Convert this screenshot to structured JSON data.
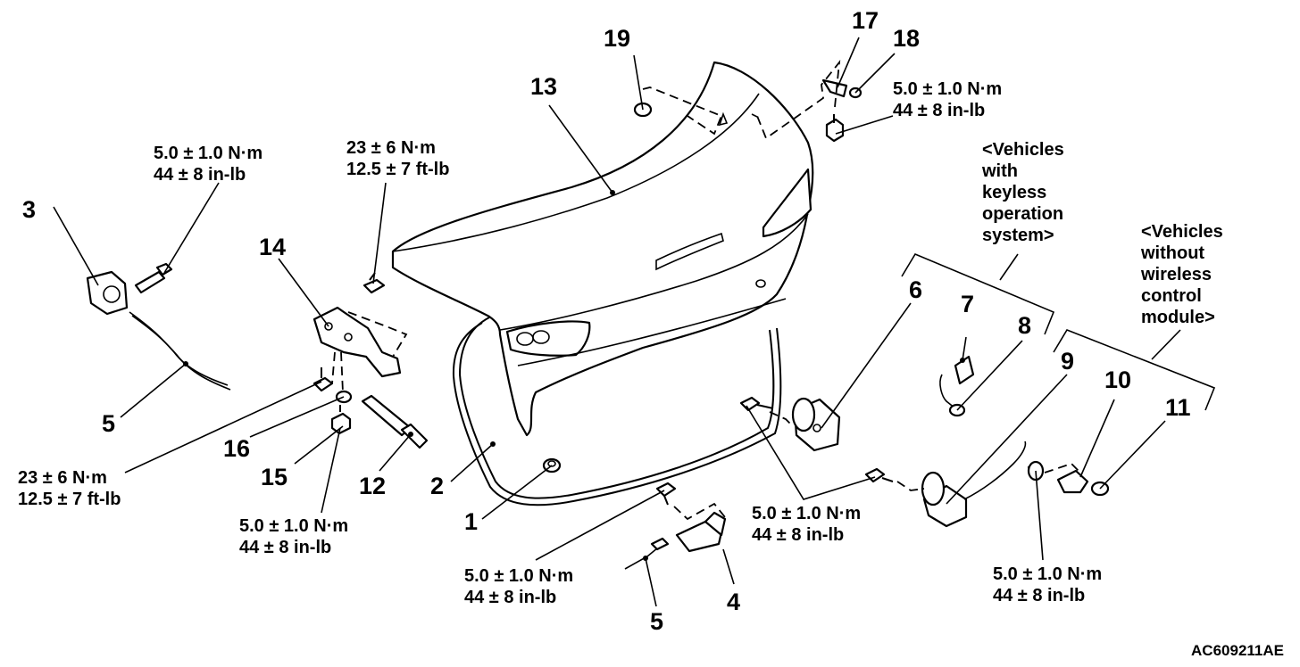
{
  "diagram": {
    "code": "AC609211AE",
    "callouts": [
      {
        "id": "c1",
        "label": "1"
      },
      {
        "id": "c2",
        "label": "2"
      },
      {
        "id": "c3",
        "label": "3"
      },
      {
        "id": "c4",
        "label": "4"
      },
      {
        "id": "c5a",
        "label": "5"
      },
      {
        "id": "c5b",
        "label": "5"
      },
      {
        "id": "c6",
        "label": "6"
      },
      {
        "id": "c7",
        "label": "7"
      },
      {
        "id": "c8",
        "label": "8"
      },
      {
        "id": "c9",
        "label": "9"
      },
      {
        "id": "c10",
        "label": "10"
      },
      {
        "id": "c11",
        "label": "11"
      },
      {
        "id": "c12",
        "label": "12"
      },
      {
        "id": "c13",
        "label": "13"
      },
      {
        "id": "c14",
        "label": "14"
      },
      {
        "id": "c15",
        "label": "15"
      },
      {
        "id": "c16",
        "label": "16"
      },
      {
        "id": "c17",
        "label": "17"
      },
      {
        "id": "c18",
        "label": "18"
      },
      {
        "id": "c19",
        "label": "19"
      }
    ],
    "torques": [
      {
        "id": "t_bolt3",
        "lines": [
          "5.0 ± 1.0 N·m",
          "44 ± 8 in-lb"
        ]
      },
      {
        "id": "t_hinge_upper",
        "lines": [
          "23 ± 6 N·m",
          "12.5 ± 7 ft-lb"
        ]
      },
      {
        "id": "t_hinge_lower",
        "lines": [
          "23 ± 6 N·m",
          "12.5 ± 7 ft-lb"
        ]
      },
      {
        "id": "t_bolt15",
        "lines": [
          "5.0 ± 1.0 N·m",
          "44 ± 8 in-lb"
        ]
      },
      {
        "id": "t_bolt4",
        "lines": [
          "5.0 ± 1.0 N·m",
          "44 ± 8 in-lb"
        ]
      },
      {
        "id": "t_bolt6_9",
        "lines": [
          "5.0 ± 1.0 N·m",
          "44 ± 8 in-lb"
        ]
      },
      {
        "id": "t_bolt17",
        "lines": [
          "5.0 ± 1.0 N·m",
          "44 ± 8 in-lb"
        ]
      },
      {
        "id": "t_bolt10",
        "lines": [
          "5.0 ± 1.0 N·m",
          "44 ± 8 in-lb"
        ]
      }
    ],
    "notes": [
      {
        "id": "n_keyless",
        "lines": [
          "<Vehicles",
          "with",
          "keyless",
          "operation",
          "system>"
        ]
      },
      {
        "id": "n_wireless",
        "lines": [
          "<Vehicles",
          "without",
          "wireless",
          "control",
          "module>"
        ]
      }
    ]
  }
}
